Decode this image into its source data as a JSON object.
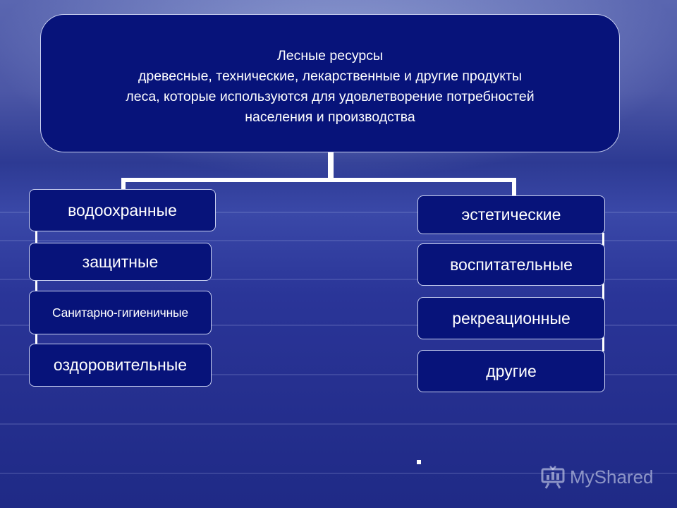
{
  "header": {
    "title": "Лесные ресурсы",
    "definition_lines": [
      "древесные, технические, лекарственные и другие продукты",
      "леса, которые используются для удовлетворение потребностей",
      "населения и производства"
    ]
  },
  "left_branch": [
    "водоохранные",
    "защитные",
    "Санитарно-гигиеничные",
    "оздоровительные"
  ],
  "right_branch": [
    "эстетические",
    "воспитательные",
    "рекреационные",
    "другие"
  ],
  "watermark": {
    "text": "MyShared",
    "icon": "presentation-board-icon"
  },
  "colors": {
    "box_fill": "#07137a",
    "box_border": "#c9d0f0",
    "connector": "#ffffff"
  }
}
